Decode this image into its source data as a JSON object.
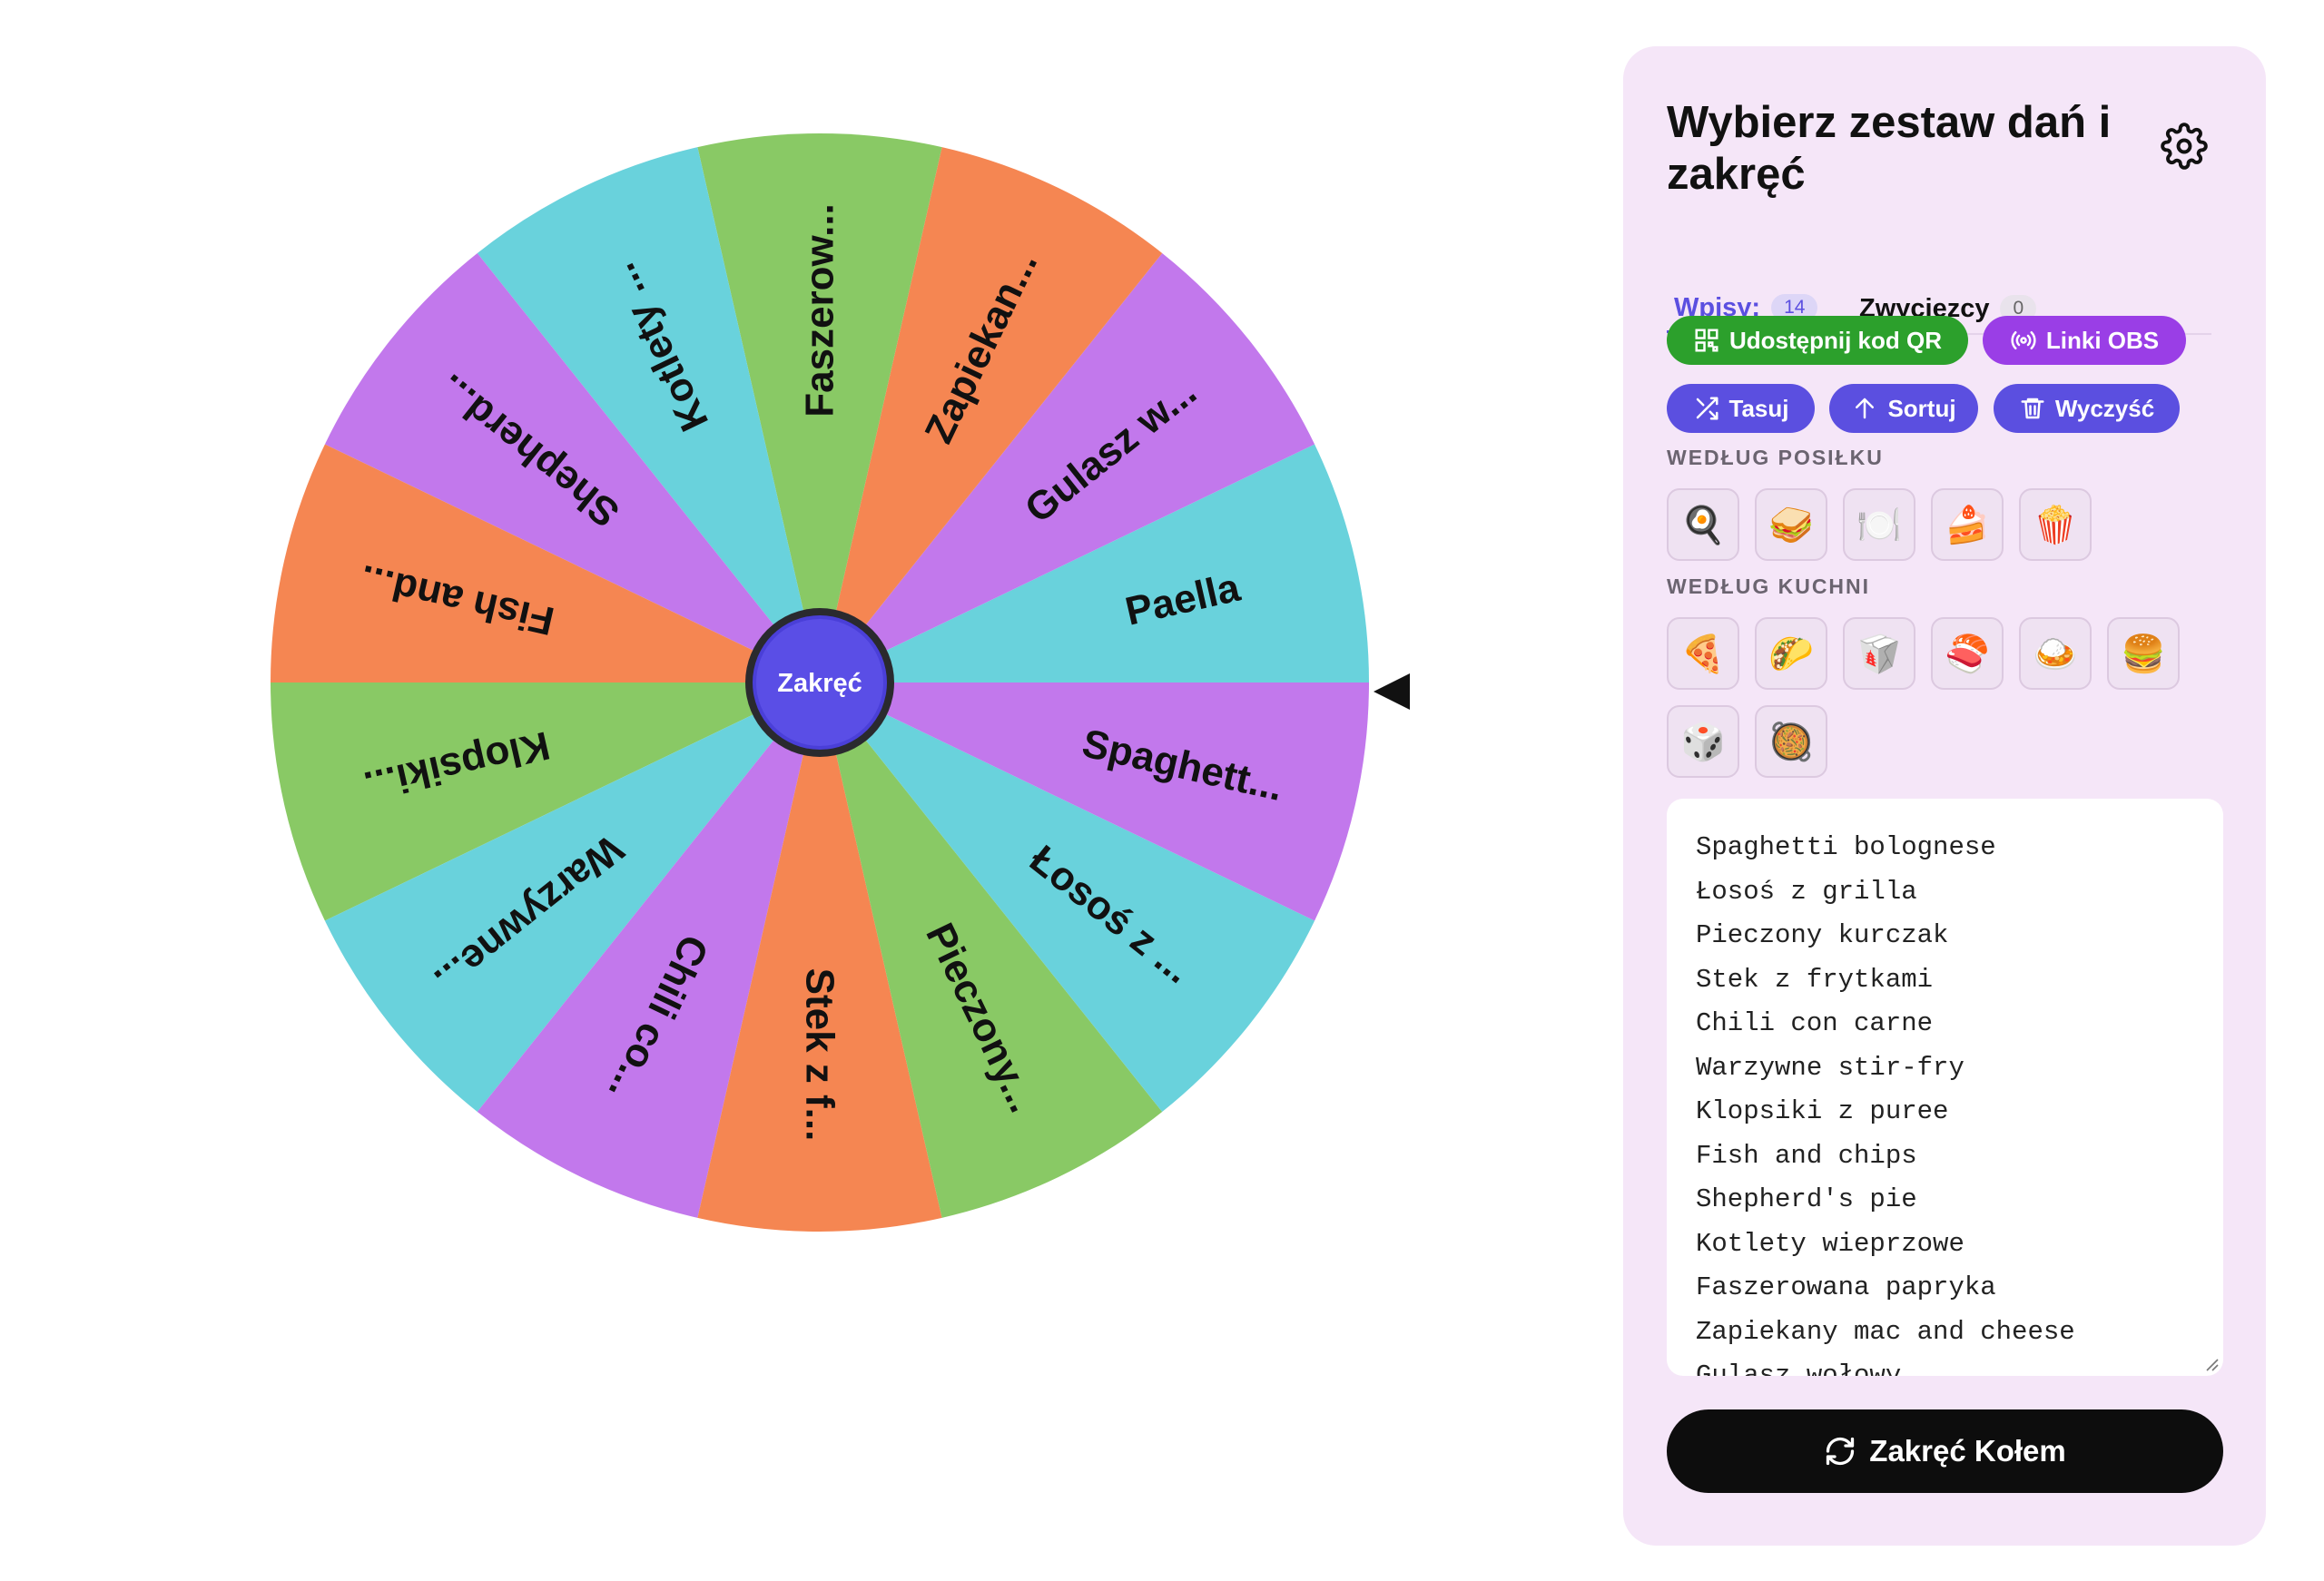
{
  "wheel": {
    "hub_label": "Zakręć",
    "segments": [
      {
        "label": "Paella",
        "color": "#69d2dc"
      },
      {
        "label": "Gulasz w...",
        "color": "#c278ec"
      },
      {
        "label": "Zapiekan...",
        "color": "#f58652"
      },
      {
        "label": "Faszerow...",
        "color": "#89c965"
      },
      {
        "label": "Kotlety ...",
        "color": "#69d2dc"
      },
      {
        "label": "Shepherd...",
        "color": "#c278ec"
      },
      {
        "label": "Fish and...",
        "color": "#f58652"
      },
      {
        "label": "Klopsiki...",
        "color": "#89c965"
      },
      {
        "label": "Warzywne...",
        "color": "#69d2dc"
      },
      {
        "label": "Chili co...",
        "color": "#c278ec"
      },
      {
        "label": "Stek z f...",
        "color": "#f58652"
      },
      {
        "label": "Pieczony...",
        "color": "#89c965"
      },
      {
        "label": "Łosoś z ...",
        "color": "#69d2dc"
      },
      {
        "label": "Spaghett...",
        "color": "#c278ec"
      }
    ]
  },
  "panel": {
    "title": "Wybierz zestaw dań i zakręć",
    "tabs": {
      "entries_label": "Wpisy:",
      "entries_count": "14",
      "winners_label": "Zwycięzcy",
      "winners_count": "0"
    },
    "buttons": {
      "qr": "Udostępnij kod QR",
      "obs": "Linki OBS",
      "shuffle": "Tasuj",
      "sort": "Sortuj",
      "clear": "Wyczyść"
    },
    "meal_label": "WEDŁUG POSIŁKU",
    "meal_emojis": [
      "🍳",
      "🥪",
      "🍽️",
      "🍰",
      "🍿"
    ],
    "cuisine_label": "WEDŁUG KUCHNI",
    "cuisine_emojis": [
      "🍕",
      "🌮",
      "🥡",
      "🍣",
      "🍛",
      "🍔",
      "🎲",
      "🥘"
    ],
    "entries": [
      "Spaghetti bolognese",
      "Łosoś z grilla",
      "Pieczony kurczak",
      "Stek z frytkami",
      "Chili con carne",
      "Warzywne stir-fry",
      "Klopsiki z puree",
      "Fish and chips",
      "Shepherd's pie",
      "Kotlety wieprzowe",
      "Faszerowana papryka",
      "Zapiekany mac and cheese",
      "Gulasz wołowy"
    ],
    "spin_label": "Zakręć Kołem"
  }
}
